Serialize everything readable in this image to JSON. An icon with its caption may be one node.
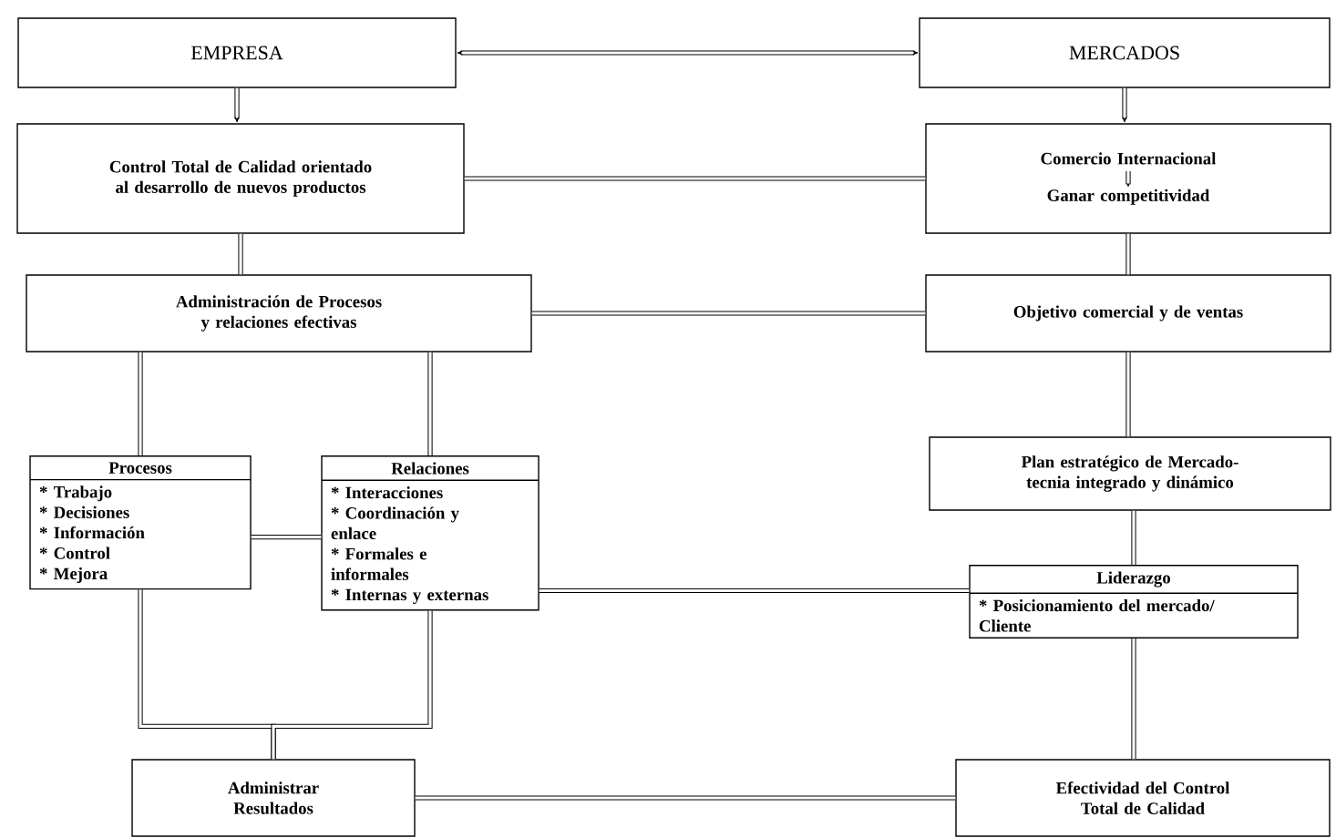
{
  "diagram": {
    "nodes": [
      {
        "text": [
          "EMPRESA"
        ]
      },
      {
        "text": [
          "MERCADOS"
        ]
      },
      {
        "text": [
          "Control Total de Calidad orientado al desarrollo de nuevos productos"
        ]
      },
      {
        "text": [
          "Comercio Internacional",
          "Ganar competitividad"
        ]
      },
      {
        "text": [
          "Administración de Procesos y relaciones efectivas"
        ]
      },
      {
        "text": [
          "Objetivo comercial y de ventas"
        ]
      },
      {
        "text": [
          "Procesos",
          "* Trabajo",
          "* Decisiones",
          "* Información",
          "* Control",
          "* Mejora"
        ]
      },
      {
        "text": [
          "Relaciones",
          "* Interacciones",
          "* Coordinación y enlace",
          "* Formales e informales",
          "* Internas y externas"
        ]
      },
      {
        "text": [
          "Plan estratégico de Mercado-tecnia integrado y dinámico"
        ]
      },
      {
        "text": [
          "Liderazgo",
          "* Posicionamiento del mercado/ Cliente"
        ]
      },
      {
        "text": [
          "Administrar Resultados"
        ]
      },
      {
        "text": [
          "Efectividad del Control Total de Calidad"
        ]
      }
    ],
    "edges": [
      {
        "from": 0,
        "to": 1,
        "arrow": "both"
      },
      {
        "from": 0,
        "to": 2,
        "arrow": "to"
      },
      {
        "from": 1,
        "to": 3,
        "arrow": "to"
      },
      {
        "from": 2,
        "to": 3,
        "arrow": "none"
      },
      {
        "from": 2,
        "to": 4,
        "arrow": "none"
      },
      {
        "from": 3,
        "to": 5,
        "arrow": "none"
      },
      {
        "from": 4,
        "to": 5,
        "arrow": "none"
      },
      {
        "from": 4,
        "to": 6,
        "arrow": "none"
      },
      {
        "from": 4,
        "to": 7,
        "arrow": "none"
      },
      {
        "from": 6,
        "to": 7,
        "arrow": "none"
      },
      {
        "from": 5,
        "to": 8,
        "arrow": "none"
      },
      {
        "from": 8,
        "to": 9,
        "arrow": "none"
      },
      {
        "from": 7,
        "to": 9,
        "arrow": "none"
      },
      {
        "from": 6,
        "to": 10,
        "arrow": "none"
      },
      {
        "from": 7,
        "to": 10,
        "arrow": "none"
      },
      {
        "from": 9,
        "to": 11,
        "arrow": "none"
      },
      {
        "from": 10,
        "to": 11,
        "arrow": "none"
      }
    ]
  }
}
